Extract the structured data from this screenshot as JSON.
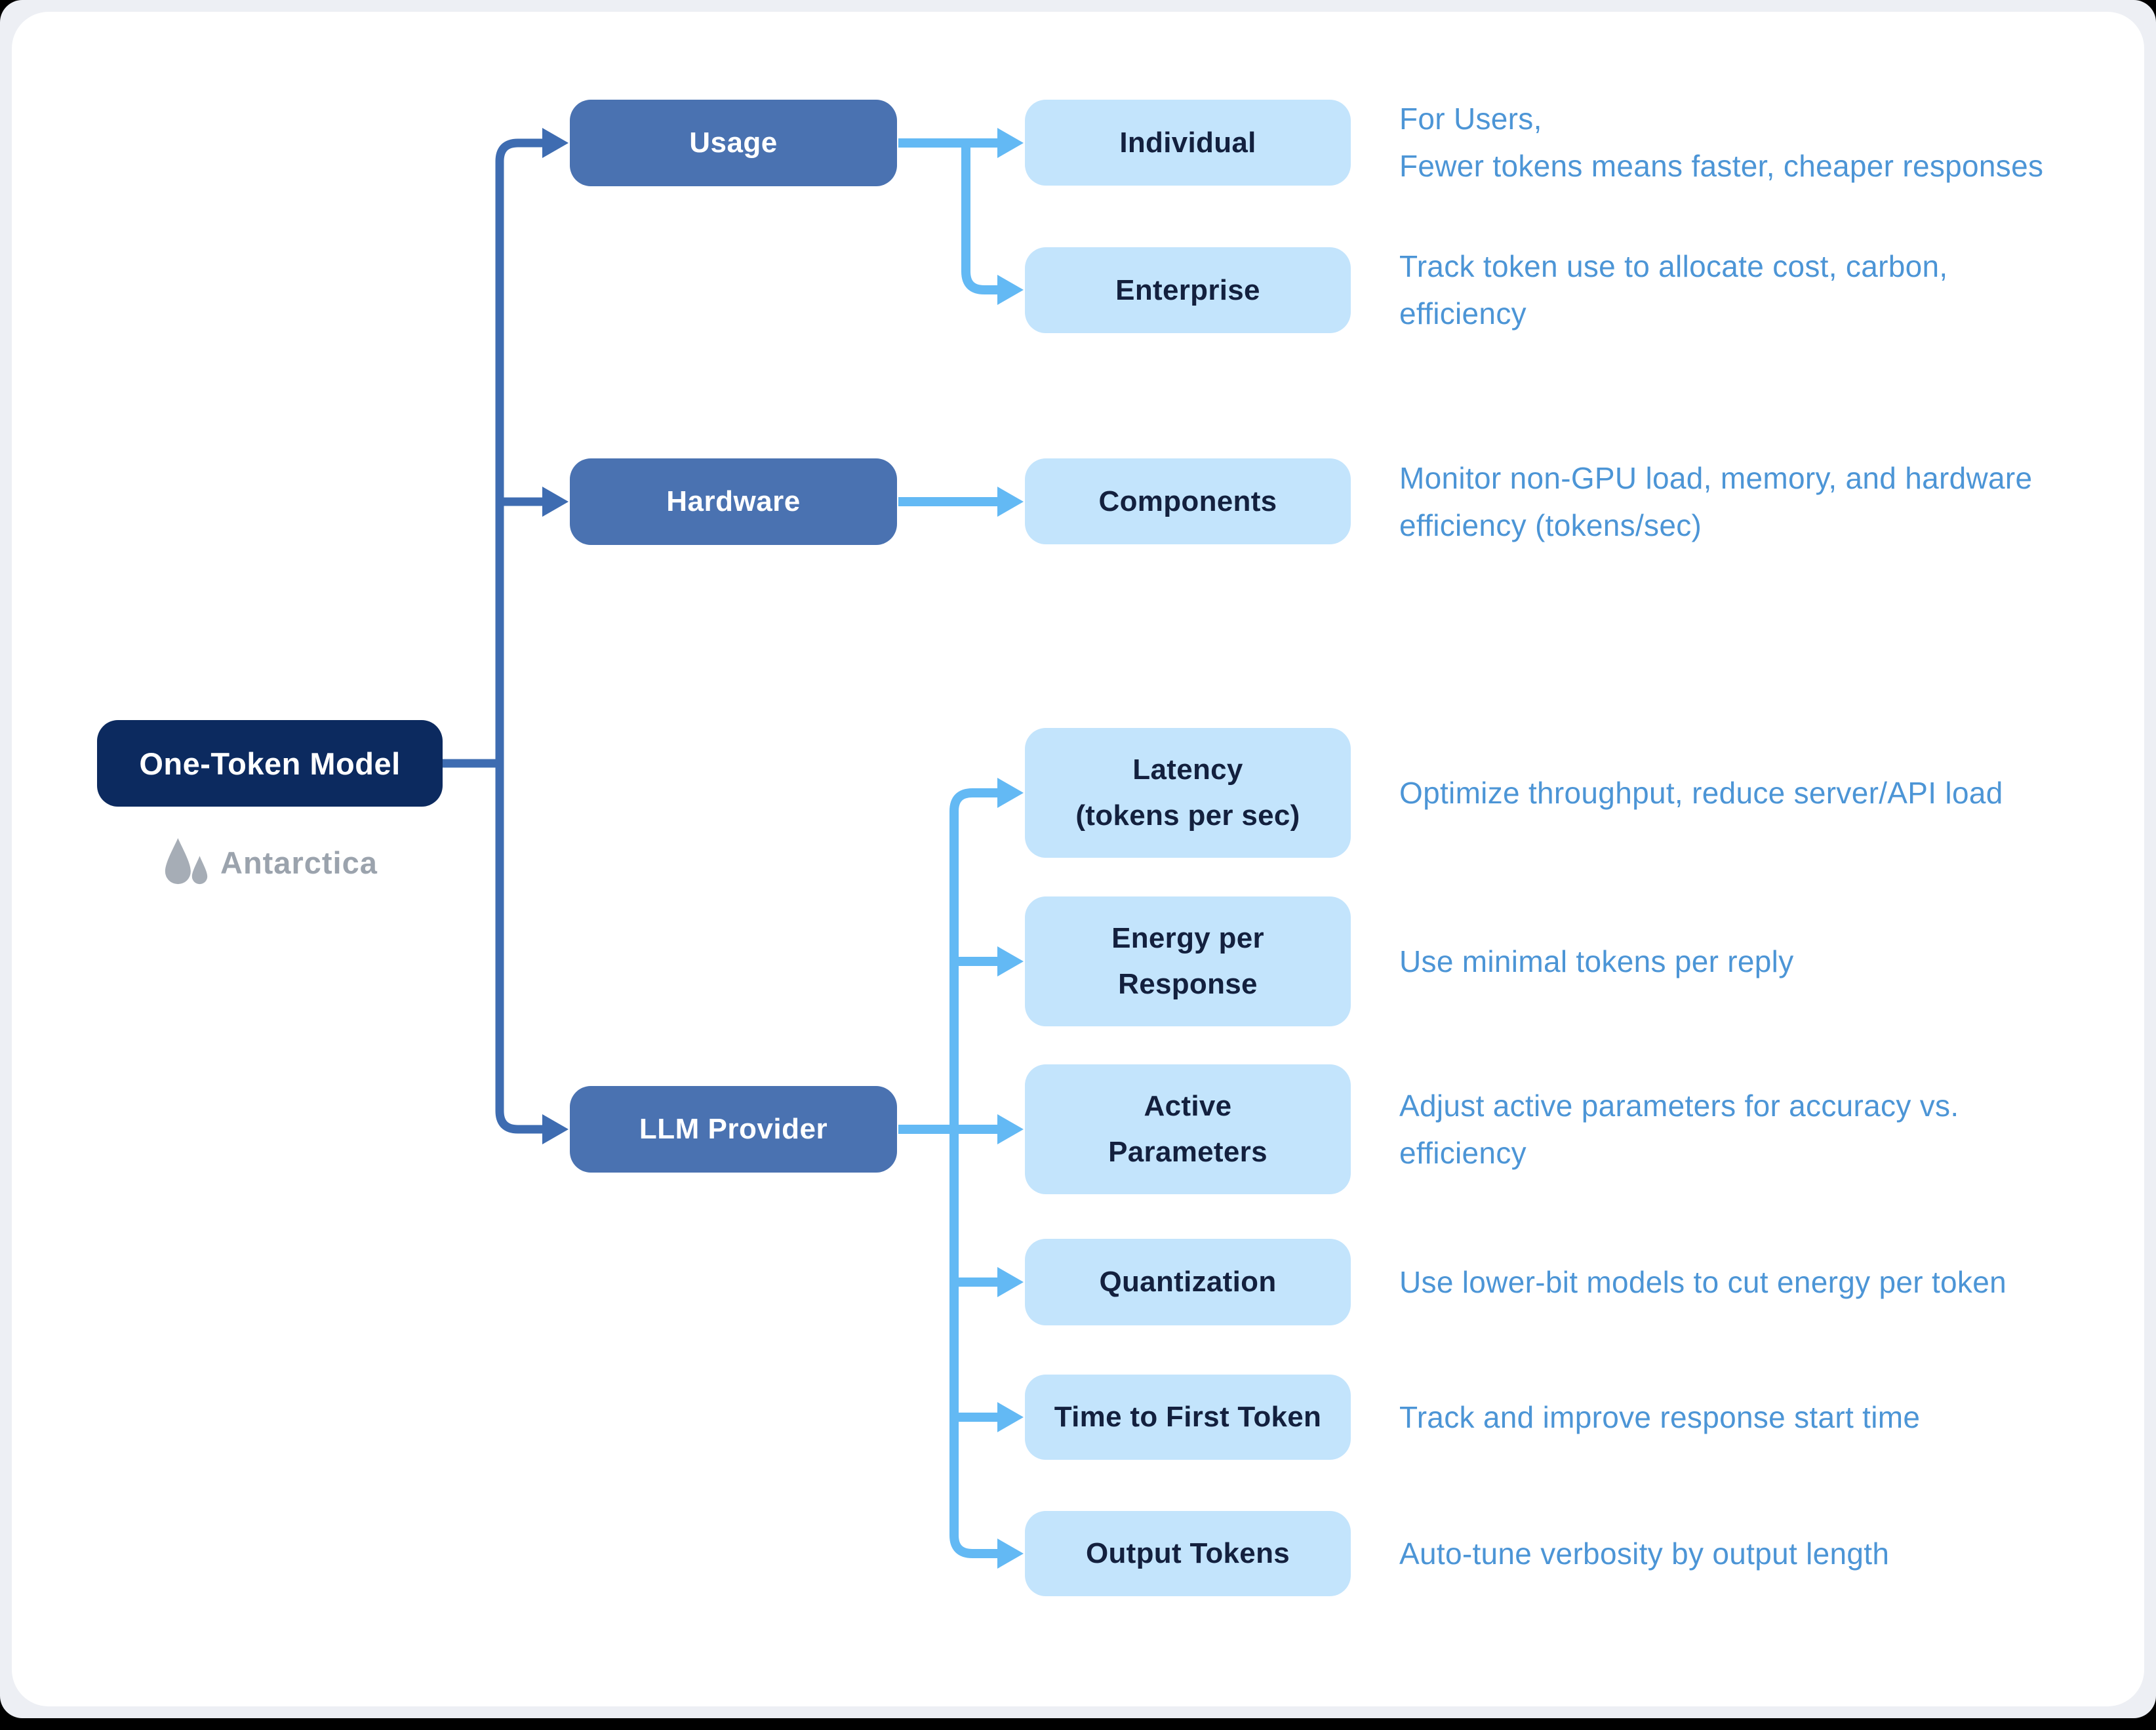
{
  "root": {
    "label": "One-Token Model"
  },
  "logo": {
    "text": "Antarctica",
    "icon": "antarctica-drops-icon"
  },
  "branches": [
    {
      "label": "Usage",
      "children": [
        {
          "label": "Individual",
          "desc": "For Users,\nFewer tokens means faster, cheaper responses"
        },
        {
          "label": "Enterprise",
          "desc": "Track token use to allocate cost, carbon,\nefficiency"
        }
      ]
    },
    {
      "label": "Hardware",
      "children": [
        {
          "label": "Components",
          "desc": "Monitor non-GPU load, memory, and hardware\nefficiency (tokens/sec)"
        }
      ]
    },
    {
      "label": "LLM Provider",
      "children": [
        {
          "label": "Latency\n(tokens per sec)",
          "desc": "Optimize throughput, reduce server/API load"
        },
        {
          "label": "Energy per\nResponse",
          "desc": "Use minimal tokens per reply"
        },
        {
          "label": "Active\nParameters",
          "desc": "Adjust active parameters for accuracy vs.\nefficiency"
        },
        {
          "label": "Quantization",
          "desc": "Use lower-bit models to cut energy per token"
        },
        {
          "label": "Time to First Token",
          "desc": "Track and improve response start time"
        },
        {
          "label": "Output Tokens",
          "desc": "Auto-tune verbosity by output length"
        }
      ]
    }
  ],
  "colors": {
    "root_fill": "#0c2a5f",
    "branch_fill": "#4a72b1",
    "child_fill": "#c3e4fc",
    "child_text": "#13203e",
    "dark_connector": "#3e6cb1",
    "light_connector": "#63b9f4",
    "description_text": "#4c95d6",
    "logo_gray": "#9ba3ad"
  }
}
